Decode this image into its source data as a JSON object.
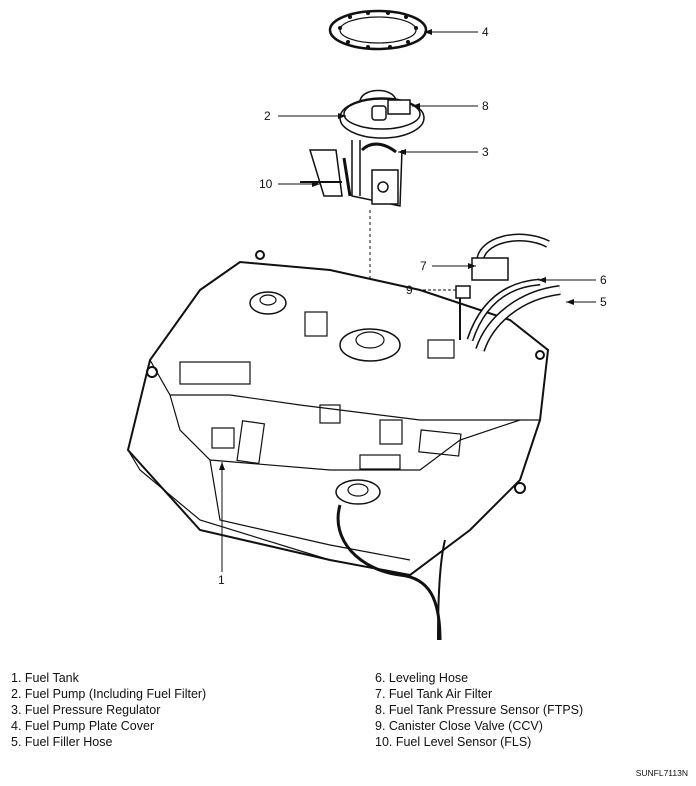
{
  "callouts": {
    "c1": "1",
    "c2": "2",
    "c3": "3",
    "c4": "4",
    "c5": "5",
    "c6": "6",
    "c7": "7",
    "c8": "8",
    "c9": "9",
    "c10": "10"
  },
  "legend": {
    "left": [
      "1. Fuel Tank",
      "2. Fuel Pump (Including Fuel Filter)",
      "3. Fuel Pressure Regulator",
      "4. Fuel Pump Plate Cover",
      "5. Fuel Filler Hose"
    ],
    "right": [
      "6. Leveling Hose",
      "7. Fuel Tank Air Filter",
      "8. Fuel Tank Pressure Sensor (FTPS)",
      "9. Canister Close Valve (CCV)",
      "10. Fuel Level Sensor (FLS)"
    ]
  },
  "figure_code": "SUNFL7113N"
}
